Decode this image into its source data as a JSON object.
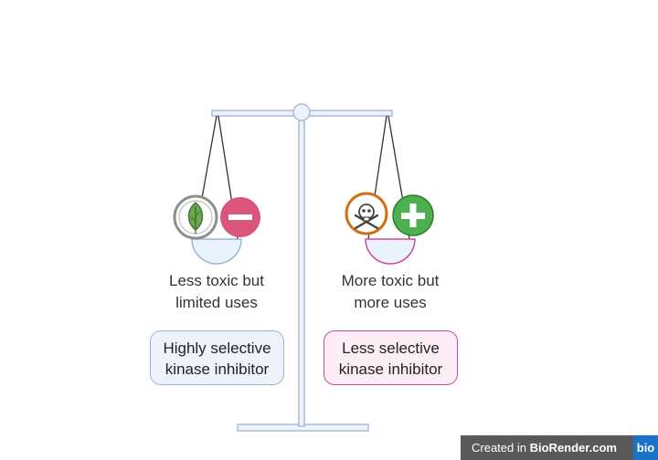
{
  "left_pan": {
    "caption_line1": "Less toxic but",
    "caption_line2": "limited uses",
    "box_line1": "Highly selective",
    "box_line2": "kinase inhibitor",
    "icons": [
      "leaf-icon",
      "minus-icon"
    ]
  },
  "right_pan": {
    "caption_line1": "More toxic but",
    "caption_line2": "more uses",
    "box_line1": "Less selective",
    "box_line2": "kinase inhibitor",
    "icons": [
      "skull-crossbones-icon",
      "plus-icon"
    ]
  },
  "footer": {
    "prefix": "Created in",
    "brand": "BioRender.com",
    "logo": "bio"
  },
  "colors": {
    "scale": "#aabbd8",
    "leaf": "#6aa84f",
    "minus": "#d9567a",
    "skull_ring": "#d26e13",
    "plus": "#4caf50",
    "left_bowl": "#9fb2da",
    "right_bowl": "#cf4a98"
  }
}
